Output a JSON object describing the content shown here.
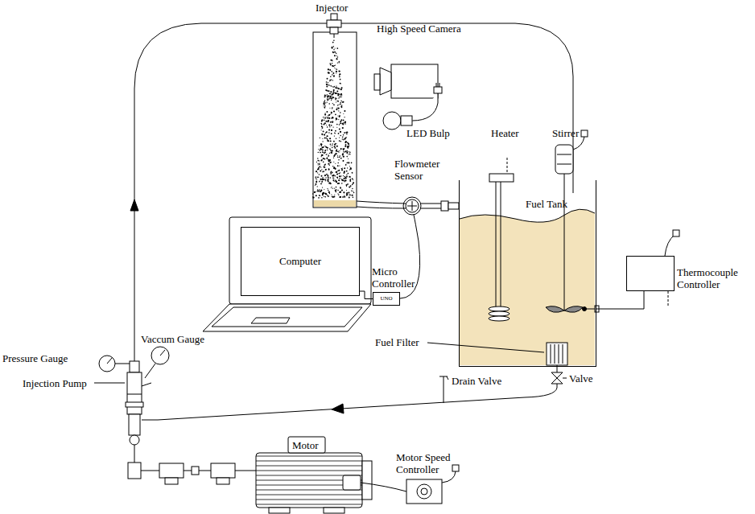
{
  "diagram": {
    "nodes": [
      {
        "text": [
          "Computer"
        ]
      },
      {
        "text": [
          "Micro Controller",
          "UNO"
        ]
      },
      {
        "text": [
          "Fuel Tank"
        ]
      },
      {
        "text": [
          "Thermocouple Controller"
        ]
      }
    ],
    "edges": [
      {
        "from": 0,
        "to": 1,
        "arrow": "none"
      },
      {
        "from": 2,
        "to": 3,
        "arrow": "none"
      }
    ],
    "labels": [
      "Injector",
      "High Speed Camera",
      "LED Bulp",
      "Heater",
      "Stirrer",
      "Flowmeter Sensor",
      "Fuel Filter",
      "Valve",
      "Drain Valve",
      "Pressure Gauge",
      "Vaccum Gauge",
      "Injection Pump",
      "Motor",
      "Motor Speed Controller"
    ]
  }
}
